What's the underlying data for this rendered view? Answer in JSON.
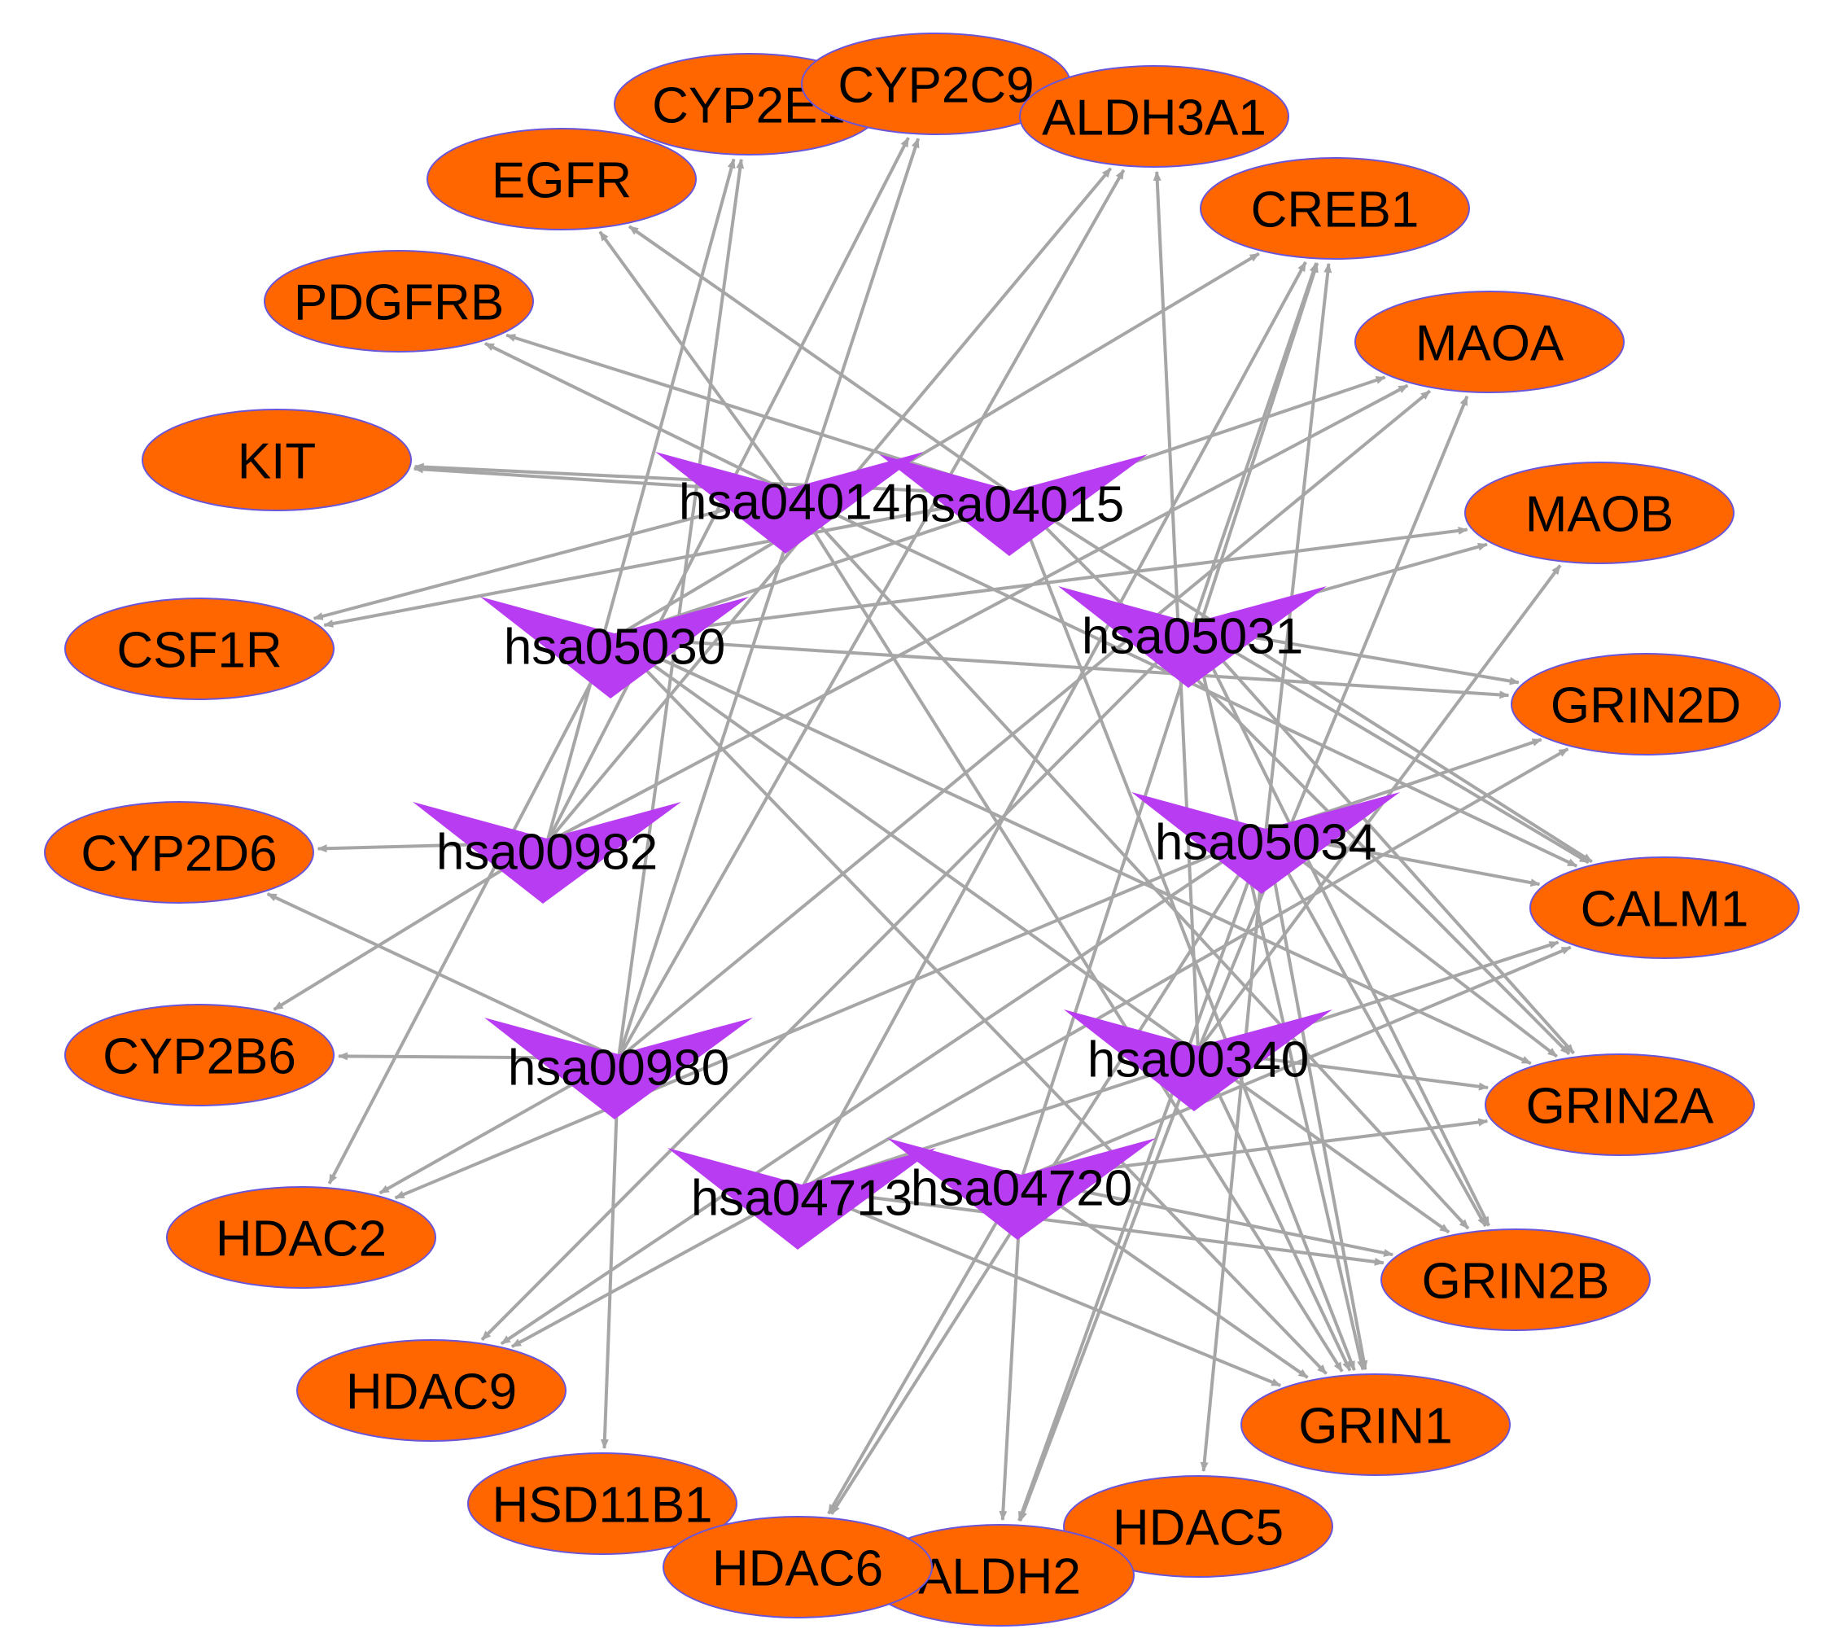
{
  "colors": {
    "gene_fill": "#FF6600",
    "gene_stroke": "#6A55D8",
    "pathway_fill": "#B83DF2",
    "edge": "#A6A6A6",
    "background": "#FFFFFF"
  },
  "genes": [
    {
      "id": "CYP2E1",
      "label": "CYP2E1"
    },
    {
      "id": "CYP2C9",
      "label": "CYP2C9"
    },
    {
      "id": "ALDH3A1",
      "label": "ALDH3A1"
    },
    {
      "id": "EGFR",
      "label": "EGFR"
    },
    {
      "id": "CREB1",
      "label": "CREB1"
    },
    {
      "id": "PDGFRB",
      "label": "PDGFRB"
    },
    {
      "id": "MAOA",
      "label": "MAOA"
    },
    {
      "id": "KIT",
      "label": "KIT"
    },
    {
      "id": "MAOB",
      "label": "MAOB"
    },
    {
      "id": "CSF1R",
      "label": "CSF1R"
    },
    {
      "id": "GRIN2D",
      "label": "GRIN2D"
    },
    {
      "id": "CYP2D6",
      "label": "CYP2D6"
    },
    {
      "id": "CALM1",
      "label": "CALM1"
    },
    {
      "id": "CYP2B6",
      "label": "CYP2B6"
    },
    {
      "id": "GRIN2A",
      "label": "GRIN2A"
    },
    {
      "id": "HDAC2",
      "label": "HDAC2"
    },
    {
      "id": "GRIN2B",
      "label": "GRIN2B"
    },
    {
      "id": "HDAC9",
      "label": "HDAC9"
    },
    {
      "id": "GRIN1",
      "label": "GRIN1"
    },
    {
      "id": "HSD11B1",
      "label": "HSD11B1"
    },
    {
      "id": "HDAC5",
      "label": "HDAC5"
    },
    {
      "id": "ALDH2",
      "label": "ALDH2"
    },
    {
      "id": "HDAC6",
      "label": "HDAC6"
    }
  ],
  "pathways": [
    {
      "id": "hsa04014",
      "label": "hsa04014"
    },
    {
      "id": "hsa04015",
      "label": "hsa04015"
    },
    {
      "id": "hsa05030",
      "label": "hsa05030"
    },
    {
      "id": "hsa05031",
      "label": "hsa05031"
    },
    {
      "id": "hsa00982",
      "label": "hsa00982"
    },
    {
      "id": "hsa05034",
      "label": "hsa05034"
    },
    {
      "id": "hsa00980",
      "label": "hsa00980"
    },
    {
      "id": "hsa00340",
      "label": "hsa00340"
    },
    {
      "id": "hsa04713",
      "label": "hsa04713"
    },
    {
      "id": "hsa04720",
      "label": "hsa04720"
    }
  ],
  "edges": [
    [
      "hsa04014",
      "KIT"
    ],
    [
      "hsa04014",
      "CSF1R"
    ],
    [
      "hsa04014",
      "PDGFRB"
    ],
    [
      "hsa04014",
      "EGFR"
    ],
    [
      "hsa04014",
      "CALM1"
    ],
    [
      "hsa04014",
      "GRIN2B"
    ],
    [
      "hsa04014",
      "GRIN1"
    ],
    [
      "hsa04015",
      "KIT"
    ],
    [
      "hsa04015",
      "CSF1R"
    ],
    [
      "hsa04015",
      "PDGFRB"
    ],
    [
      "hsa04015",
      "EGFR"
    ],
    [
      "hsa04015",
      "CALM1"
    ],
    [
      "hsa04015",
      "GRIN2A"
    ],
    [
      "hsa04015",
      "GRIN1"
    ],
    [
      "hsa05030",
      "CREB1"
    ],
    [
      "hsa05030",
      "MAOA"
    ],
    [
      "hsa05030",
      "MAOB"
    ],
    [
      "hsa05030",
      "GRIN2D"
    ],
    [
      "hsa05030",
      "GRIN2A"
    ],
    [
      "hsa05030",
      "GRIN2B"
    ],
    [
      "hsa05030",
      "GRIN1"
    ],
    [
      "hsa05030",
      "HDAC2"
    ],
    [
      "hsa05031",
      "CREB1"
    ],
    [
      "hsa05031",
      "MAOB"
    ],
    [
      "hsa05031",
      "GRIN2D"
    ],
    [
      "hsa05031",
      "CALM1"
    ],
    [
      "hsa05031",
      "GRIN2A"
    ],
    [
      "hsa05031",
      "GRIN2B"
    ],
    [
      "hsa05031",
      "GRIN1"
    ],
    [
      "hsa05031",
      "HDAC9"
    ],
    [
      "hsa00982",
      "CYP2E1"
    ],
    [
      "hsa00982",
      "CYP2C9"
    ],
    [
      "hsa00982",
      "ALDH3A1"
    ],
    [
      "hsa00982",
      "CYP2D6"
    ],
    [
      "hsa00982",
      "CYP2B6"
    ],
    [
      "hsa00982",
      "MAOA"
    ],
    [
      "hsa05034",
      "CREB1"
    ],
    [
      "hsa05034",
      "GRIN2D"
    ],
    [
      "hsa05034",
      "CALM1"
    ],
    [
      "hsa05034",
      "GRIN2A"
    ],
    [
      "hsa05034",
      "GRIN2B"
    ],
    [
      "hsa05034",
      "GRIN1"
    ],
    [
      "hsa05034",
      "HDAC5"
    ],
    [
      "hsa05034",
      "HDAC6"
    ],
    [
      "hsa05034",
      "HDAC2"
    ],
    [
      "hsa05034",
      "HDAC9"
    ],
    [
      "hsa05034",
      "ALDH2"
    ],
    [
      "hsa00980",
      "CYP2E1"
    ],
    [
      "hsa00980",
      "CYP2C9"
    ],
    [
      "hsa00980",
      "ALDH3A1"
    ],
    [
      "hsa00980",
      "CYP2D6"
    ],
    [
      "hsa00980",
      "CYP2B6"
    ],
    [
      "hsa00980",
      "HSD11B1"
    ],
    [
      "hsa00980",
      "HDAC2"
    ],
    [
      "hsa00980",
      "MAOA"
    ],
    [
      "hsa00340",
      "MAOA"
    ],
    [
      "hsa00340",
      "MAOB"
    ],
    [
      "hsa00340",
      "ALDH3A1"
    ],
    [
      "hsa00340",
      "ALDH2"
    ],
    [
      "hsa00340",
      "GRIN2A"
    ],
    [
      "hsa00340",
      "GRIN1"
    ],
    [
      "hsa04713",
      "CREB1"
    ],
    [
      "hsa04713",
      "CALM1"
    ],
    [
      "hsa04713",
      "GRIN2D"
    ],
    [
      "hsa04713",
      "GRIN2B"
    ],
    [
      "hsa04713",
      "GRIN1"
    ],
    [
      "hsa04713",
      "HDAC9"
    ],
    [
      "hsa04720",
      "CREB1"
    ],
    [
      "hsa04720",
      "CALM1"
    ],
    [
      "hsa04720",
      "GRIN2A"
    ],
    [
      "hsa04720",
      "GRIN2B"
    ],
    [
      "hsa04720",
      "GRIN1"
    ],
    [
      "hsa04720",
      "HDAC6"
    ],
    [
      "hsa04720",
      "ALDH2"
    ]
  ]
}
